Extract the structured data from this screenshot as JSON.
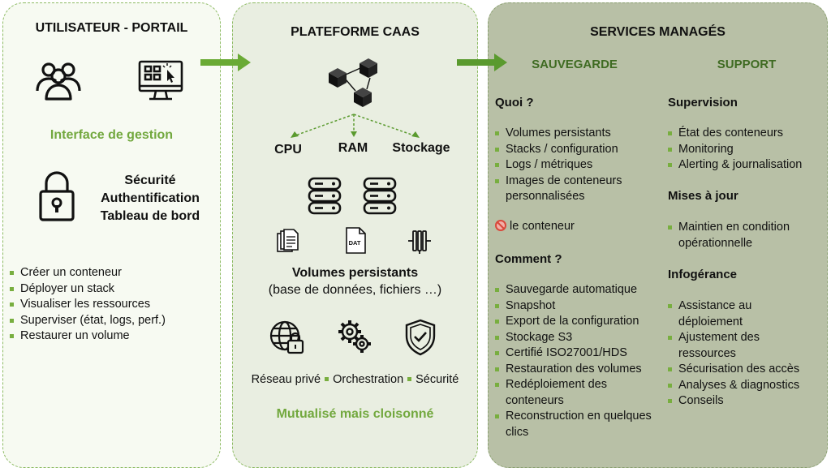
{
  "user_portal": {
    "title": "UTILISATEUR - PORTAIL",
    "interface_label": "Interface de gestion",
    "security_lines": [
      "Sécurité",
      "Authentification",
      "Tableau de bord"
    ],
    "actions": [
      "Créer un conteneur",
      "Déployer un stack",
      "Visualiser les ressources",
      "Superviser (état, logs, perf.)",
      "Restaurer un volume"
    ]
  },
  "caas_platform": {
    "title": "PLATEFORME CAAS",
    "resources": [
      "CPU",
      "RAM",
      "Stockage"
    ],
    "dat_label": "DAT",
    "volumes_title": "Volumes persistants",
    "volumes_subtitle": "(base de données, fichiers …)",
    "features": [
      "Réseau privé",
      "Orchestration",
      "Sécurité"
    ],
    "footer": "Mutualisé mais cloisonné"
  },
  "managed_services": {
    "title": "SERVICES MANAGÉS",
    "backup": {
      "title": "SAUVEGARDE",
      "what_title": "Quoi ?",
      "what_items": [
        "Volumes persistants",
        "Stacks / configuration",
        "Logs / métriques",
        "Images de conteneurs personnalisées"
      ],
      "excluded": "le conteneur",
      "how_title": "Comment ?",
      "how_items": [
        "Sauvegarde automatique",
        "Snapshot",
        "Export de la configuration",
        "Stockage S3",
        "Certifié ISO27001/HDS",
        "Restauration des volumes",
        "Redéploiement des conteneurs",
        "Reconstruction en quelques clics"
      ]
    },
    "support": {
      "title": "SUPPORT",
      "supervision_title": "Supervision",
      "supervision_items": [
        "État des conteneurs",
        "Monitoring",
        "Alerting & journalisation"
      ],
      "updates_title": "Mises à jour",
      "updates_items": [
        "Maintien en condition opérationnelle"
      ],
      "outsourcing_title": "Infogérance",
      "outsourcing_items": [
        "Assistance au déploiement",
        "Ajustement des ressources",
        "Sécurisation des accès",
        "Analyses & diagnostics",
        "Conseils"
      ]
    }
  },
  "colors": {
    "accent_green": "#72a83e",
    "dark_green": "#3f6b22",
    "arrow_green": "#6aaa35"
  }
}
